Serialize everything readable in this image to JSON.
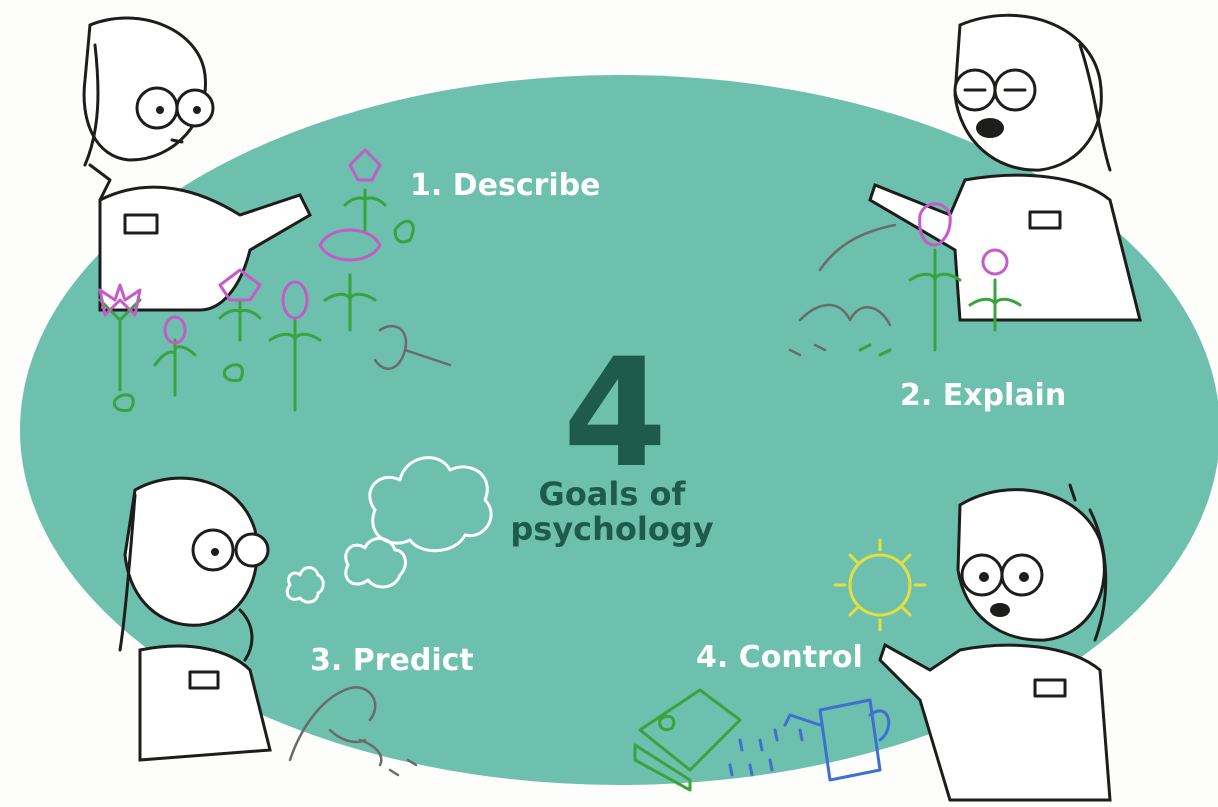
{
  "colors": {
    "oval": "#6cc0ad",
    "center_text": "#1f5a4e",
    "label_text": "#ffffff",
    "plant_green": "#3aa33e",
    "flower_pink": "#c55bc8",
    "sun_yellow": "#e6de3f",
    "water_blue": "#3f6fd1"
  },
  "center": {
    "number": "4",
    "line1": "Goals of",
    "line2": "psychology"
  },
  "goals": [
    {
      "label": "1. Describe"
    },
    {
      "label": "2. Explain"
    },
    {
      "label": "3. Predict"
    },
    {
      "label": "4. Control"
    }
  ],
  "icons": [
    "flower-icon",
    "wilted-flower-icon",
    "cloud-icon",
    "sun-icon",
    "watering-can-icon",
    "seed-packet-icon"
  ]
}
